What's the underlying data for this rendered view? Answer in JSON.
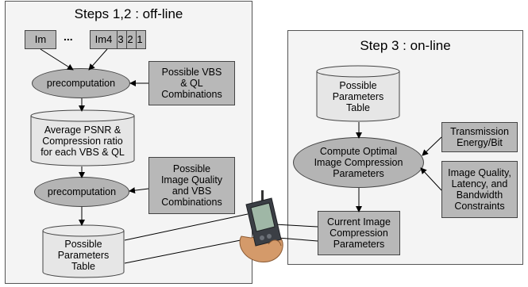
{
  "step12": {
    "title": "Steps 1,2 : off-line",
    "images": {
      "first": "Im",
      "ellipsis": "...",
      "stack": [
        "Im4",
        "3",
        "2",
        "1"
      ]
    },
    "precomputation1": "precomputation",
    "possible_vbs_ql": "Possible VBS\n& QL\nCombinations",
    "average_psnr": "Average PSNR &\nCompression ratio\nfor each VBS & QL",
    "precomputation2": "precomputation",
    "possible_quality": "Possible\nImage Quality\nand VBS\nCombinations",
    "parameters_table": "Possible\nParameters\nTable"
  },
  "step3": {
    "title": "Step 3 : on-line",
    "parameters_table": "Possible\nParameters\nTable",
    "compute": "Compute Optimal\nImage Compression\nParameters",
    "transmission": "Transmission\nEnergy/Bit",
    "constraints": "Image Quality,\nLatency, and\nBandwidth\nConstraints",
    "current": "Current Image\nCompression\nParameters"
  },
  "colors": {
    "box_fill": "#b8b8b8",
    "panel_fill": "#f4f4f4",
    "cyl_fill": "#e6e6e6"
  },
  "device_icon": "handheld-pda-icon"
}
